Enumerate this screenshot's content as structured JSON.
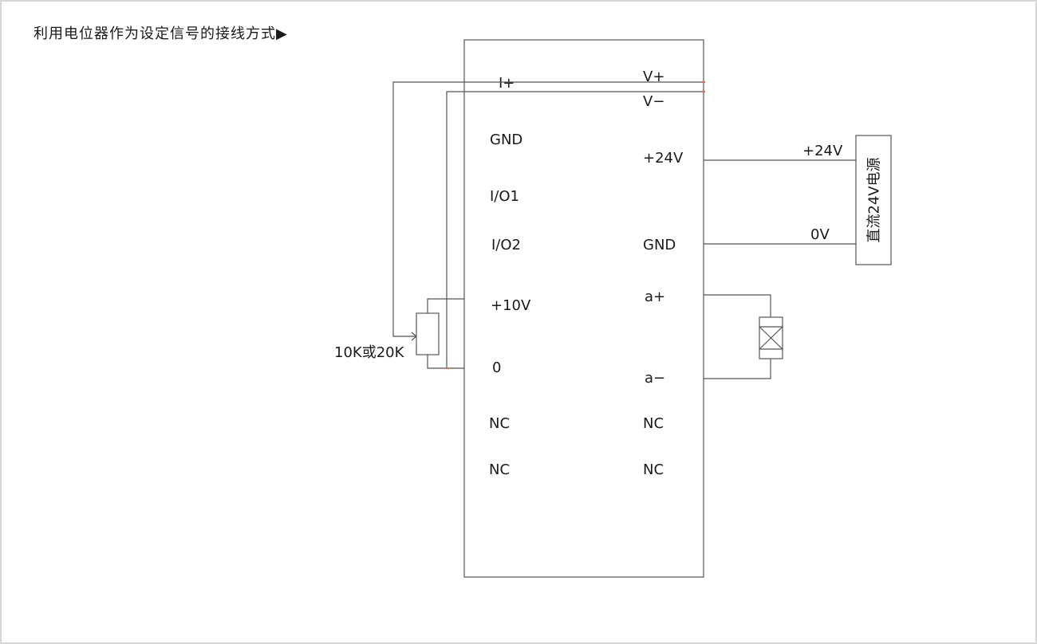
{
  "title": "利用电位器作为设定信号的接线方式▶",
  "controller": {
    "left_terminals": [
      "I+",
      "GND",
      "I/O1",
      "I/O2",
      "+10V",
      "0",
      "NC",
      "NC"
    ],
    "right_terminals": [
      "V+",
      "V−",
      "+24V",
      "GND",
      "a+",
      "a−",
      "NC",
      "NC"
    ]
  },
  "power_supply": {
    "label": "直流24V电源",
    "wire_pos": "+24V",
    "wire_neg": "0V"
  },
  "potentiometer": {
    "label": "10K或20K"
  },
  "colors": {
    "wire": "#555555",
    "joint": "#e07050",
    "text": "#1a1a1a"
  }
}
